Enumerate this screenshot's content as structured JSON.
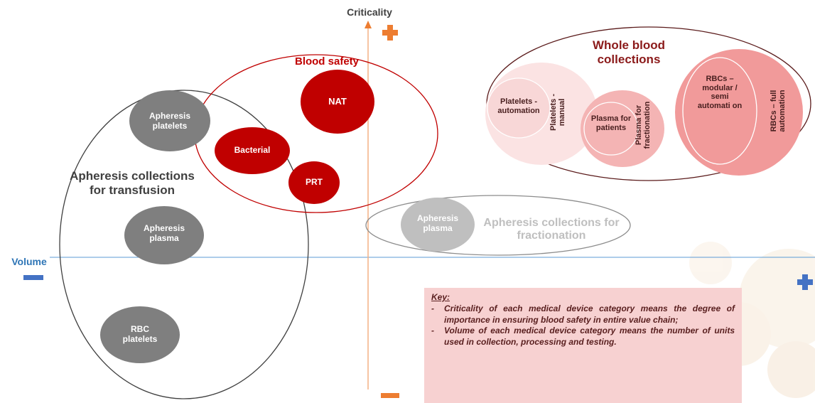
{
  "axes": {
    "criticality_label": "Criticality",
    "volume_label": "Volume"
  },
  "groups": {
    "apheresis_transfusion": "Apheresis collections for transfusion",
    "blood_safety": "Blood safety",
    "whole_blood": "Whole blood collections",
    "apheresis_fractionation": "Apheresis collections for fractionation"
  },
  "nodes": {
    "apheresis_platelets": "Apheresis platelets",
    "apheresis_plasma_left": "Apheresis plasma",
    "rbc_platelets": "RBC platelets",
    "nat": "NAT",
    "bacterial": "Bacterial",
    "prt": "PRT",
    "apheresis_plasma_right": "Apheresis plasma",
    "platelets_automation": "Platelets - automation",
    "platelets_manual": "Platelets - manual",
    "plasma_for_patients": "Plasma for patients",
    "plasma_for_fractionation": "Plasma for fractionation",
    "rbcs_modular": "RBCs – modular / semi automati on",
    "rbcs_full": "RBCs – full automation"
  },
  "key": {
    "title": "Key:",
    "items": [
      "Criticality of each medical device category means the degree of importance in ensuring blood safety in entire value chain;",
      "Volume of each medical device category means the number of units used in collection, processing and testing."
    ]
  },
  "colors": {
    "dark_red": "#c00000",
    "grey_dark": "#7f7f7f",
    "grey_light": "#bfbfbf",
    "pink_light": "#f8d7d7",
    "pink_mid": "#f4b4b4",
    "pink_strong": "#f19a9a",
    "orange": "#ed7d31",
    "blue": "#4472c4",
    "key_bg": "#f7d1d1"
  }
}
